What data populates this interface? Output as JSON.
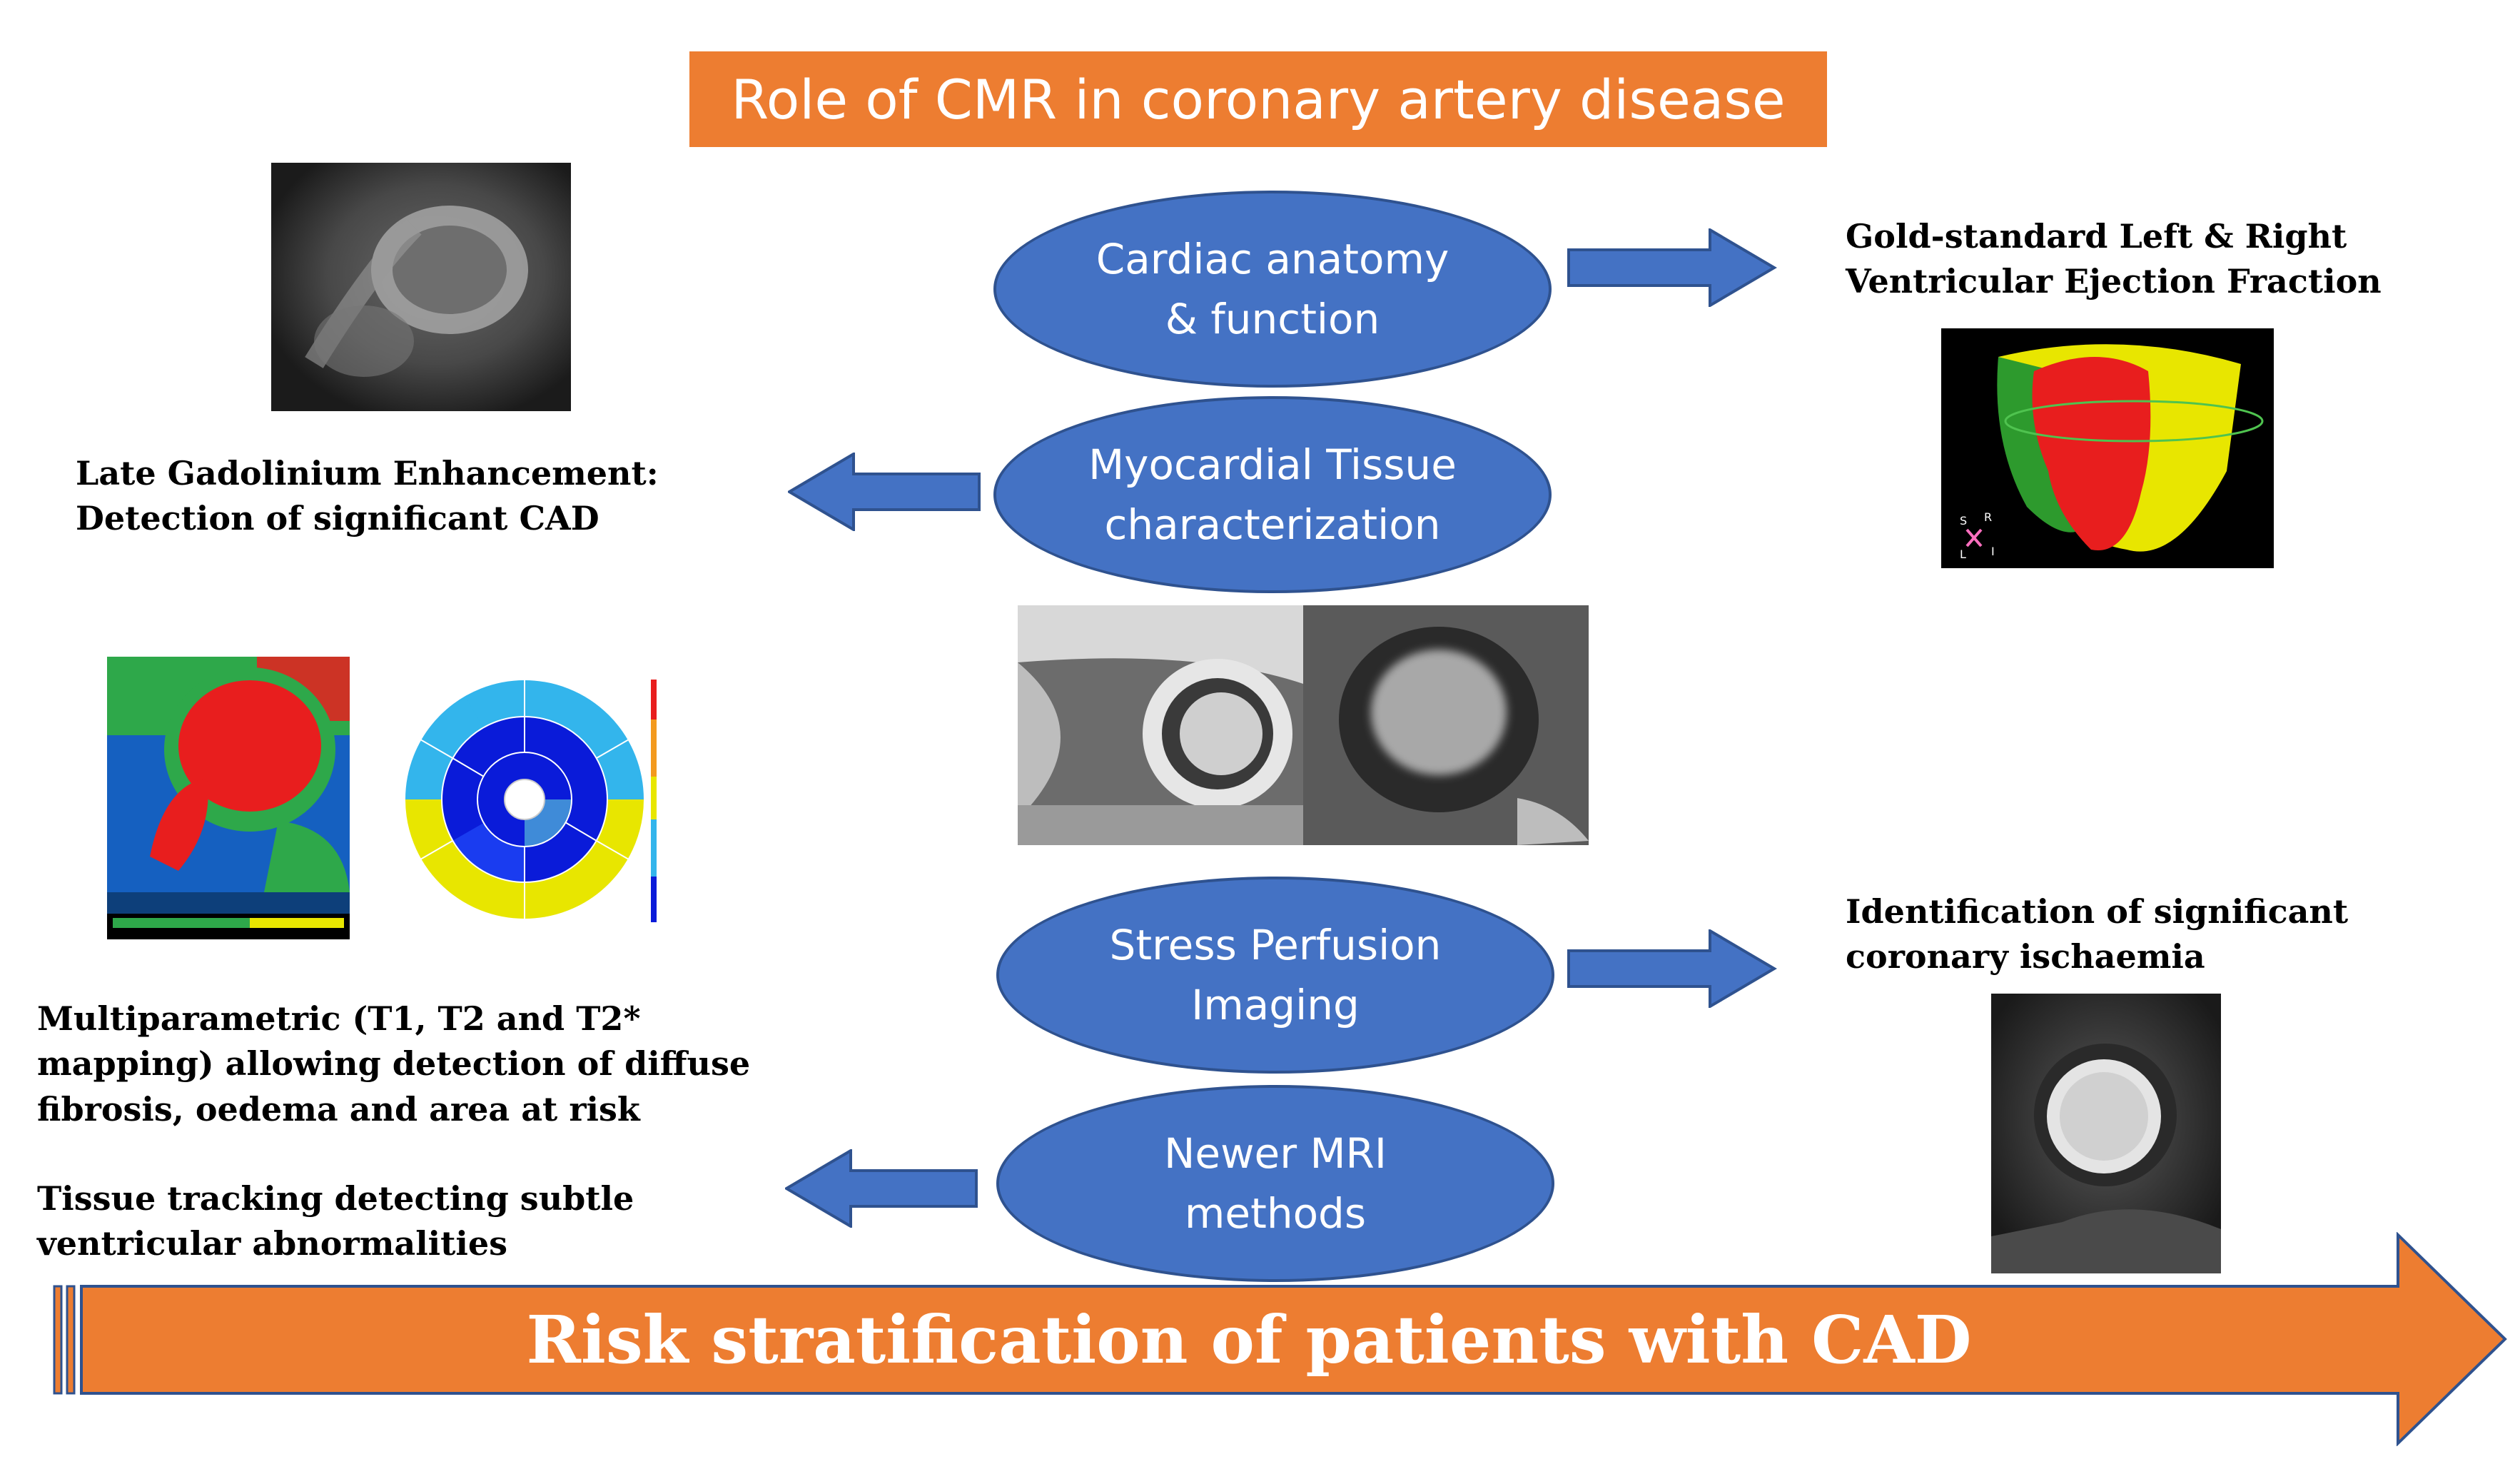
{
  "title": "Role of CMR in coronary artery disease",
  "ellipses": [
    {
      "id": "anatomy",
      "text": "Cardiac anatomy\n& function"
    },
    {
      "id": "tissue",
      "text": "Myocardial Tissue\ncharacterization"
    },
    {
      "id": "perfusion",
      "text": "Stress Perfusion\nImaging"
    },
    {
      "id": "newer",
      "text": "Newer MRI\nmethods"
    }
  ],
  "labels": {
    "ejection": "Gold-standard Left & Right\nVentricular Ejection Fraction",
    "lge": "Late Gadolinium Enhancement:\nDetection of significant CAD",
    "mapping": "Multiparametric (T1, T2 and T2*\nmapping) allowing detection of diffuse\nfibrosis, oedema and area at risk",
    "tracking": "Tissue tracking detecting subtle\nventricular abnormalities",
    "ischaemia": "Identification of significant\ncoronary ischaemia"
  },
  "bottom_arrow": "Risk stratification of patients with CAD",
  "colors": {
    "orange": "#ed7d31",
    "blue": "#4472c4",
    "blue_border": "#2f528f"
  }
}
